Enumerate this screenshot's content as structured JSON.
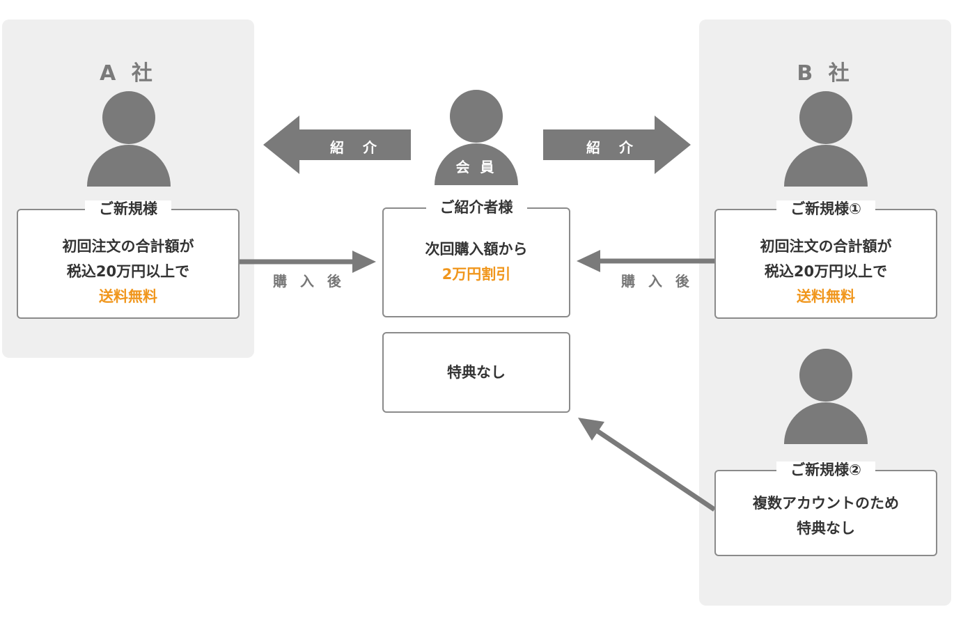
{
  "company_a": {
    "title": "A 社",
    "new_customer": {
      "title": "ご新規様",
      "line1": "初回注文の合計額が",
      "line2": "税込20万円以上で",
      "highlight": "送料無料"
    }
  },
  "company_b": {
    "title": "B 社",
    "new_customer_1": {
      "title": "ご新規様①",
      "line1": "初回注文の合計額が",
      "line2": "税込20万円以上で",
      "highlight": "送料無料"
    },
    "new_customer_2": {
      "title": "ご新規様②",
      "line1": "複数アカウントのため",
      "line2": "特典なし"
    }
  },
  "member": {
    "label": "会 員",
    "referrer": {
      "title": "ご紹介者様",
      "line1": "次回購入額から",
      "highlight": "2万円割引"
    },
    "no_benefit": "特典なし"
  },
  "arrows": {
    "refer_left": "紹 介",
    "refer_right": "紹 介",
    "after_purchase_left": "購 入 後",
    "after_purchase_right": "購 入 後"
  },
  "colors": {
    "panel_bg": "#efefef",
    "icon_gray": "#7a7a7a",
    "arrow_gray": "#7a7a7a",
    "border_gray": "#8a8a8a",
    "accent_orange": "#f0961c"
  }
}
